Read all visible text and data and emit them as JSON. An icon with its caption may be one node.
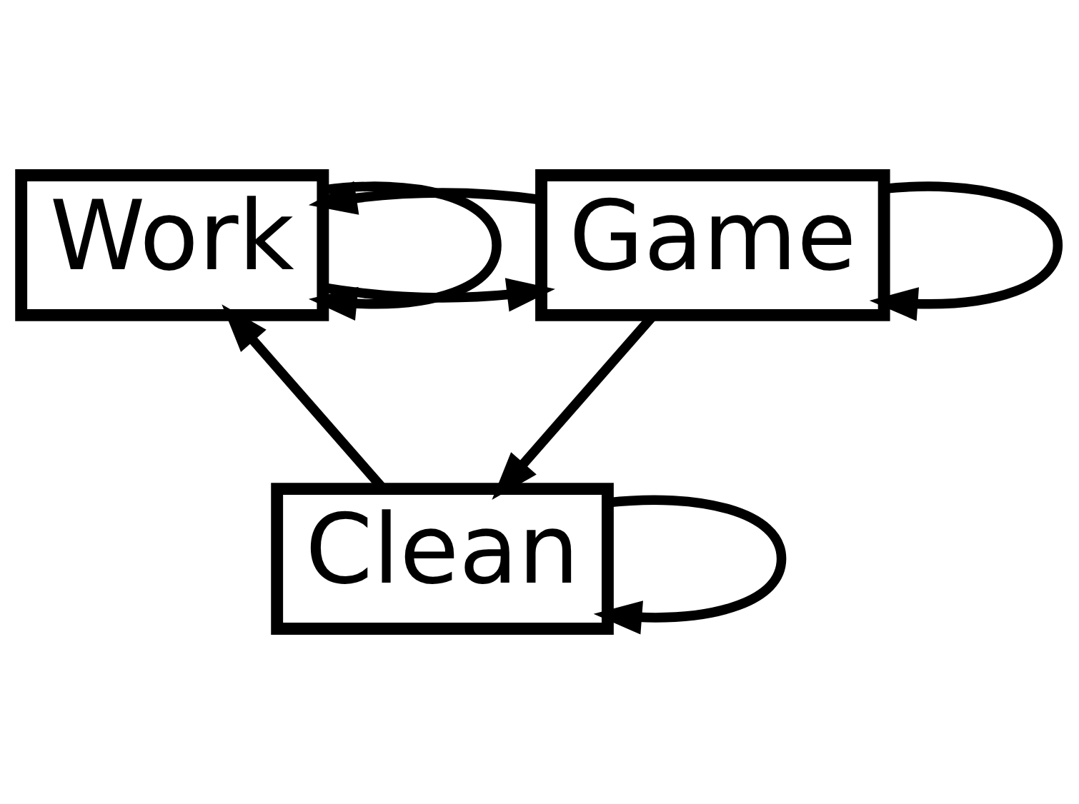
{
  "diagram": {
    "nodes": [
      {
        "text": [
          "Work"
        ]
      },
      {
        "text": [
          "Game"
        ]
      },
      {
        "text": [
          "Clean"
        ]
      }
    ],
    "edges": [
      {
        "from": 0,
        "to": 0,
        "arrow": "to"
      },
      {
        "from": 0,
        "to": 1,
        "arrow": "to"
      },
      {
        "from": 1,
        "to": 0,
        "arrow": "to"
      },
      {
        "from": 1,
        "to": 1,
        "arrow": "to"
      },
      {
        "from": 1,
        "to": 2,
        "arrow": "to"
      },
      {
        "from": 2,
        "to": 0,
        "arrow": "to"
      },
      {
        "from": 2,
        "to": 2,
        "arrow": "to"
      }
    ]
  }
}
